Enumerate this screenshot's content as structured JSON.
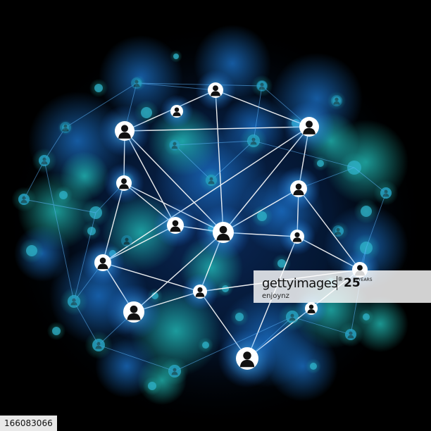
{
  "scene": {
    "subject": "network of person icons connected by glowing lines",
    "background_color": "#000000",
    "glow_colors": [
      "#0a3a7a",
      "#0d6fb8",
      "#1fb7c9",
      "#2ad1b6"
    ],
    "node_icon": "person-silhouette-icon",
    "node_fill": "#ffffff",
    "line_color": "#ffffff"
  },
  "watermark": {
    "logo_text": "gettyimages",
    "logo_reg": "®",
    "years_number": "25",
    "years_label": "YEARS",
    "credit": "enjoynz"
  },
  "image_id": "166083066"
}
